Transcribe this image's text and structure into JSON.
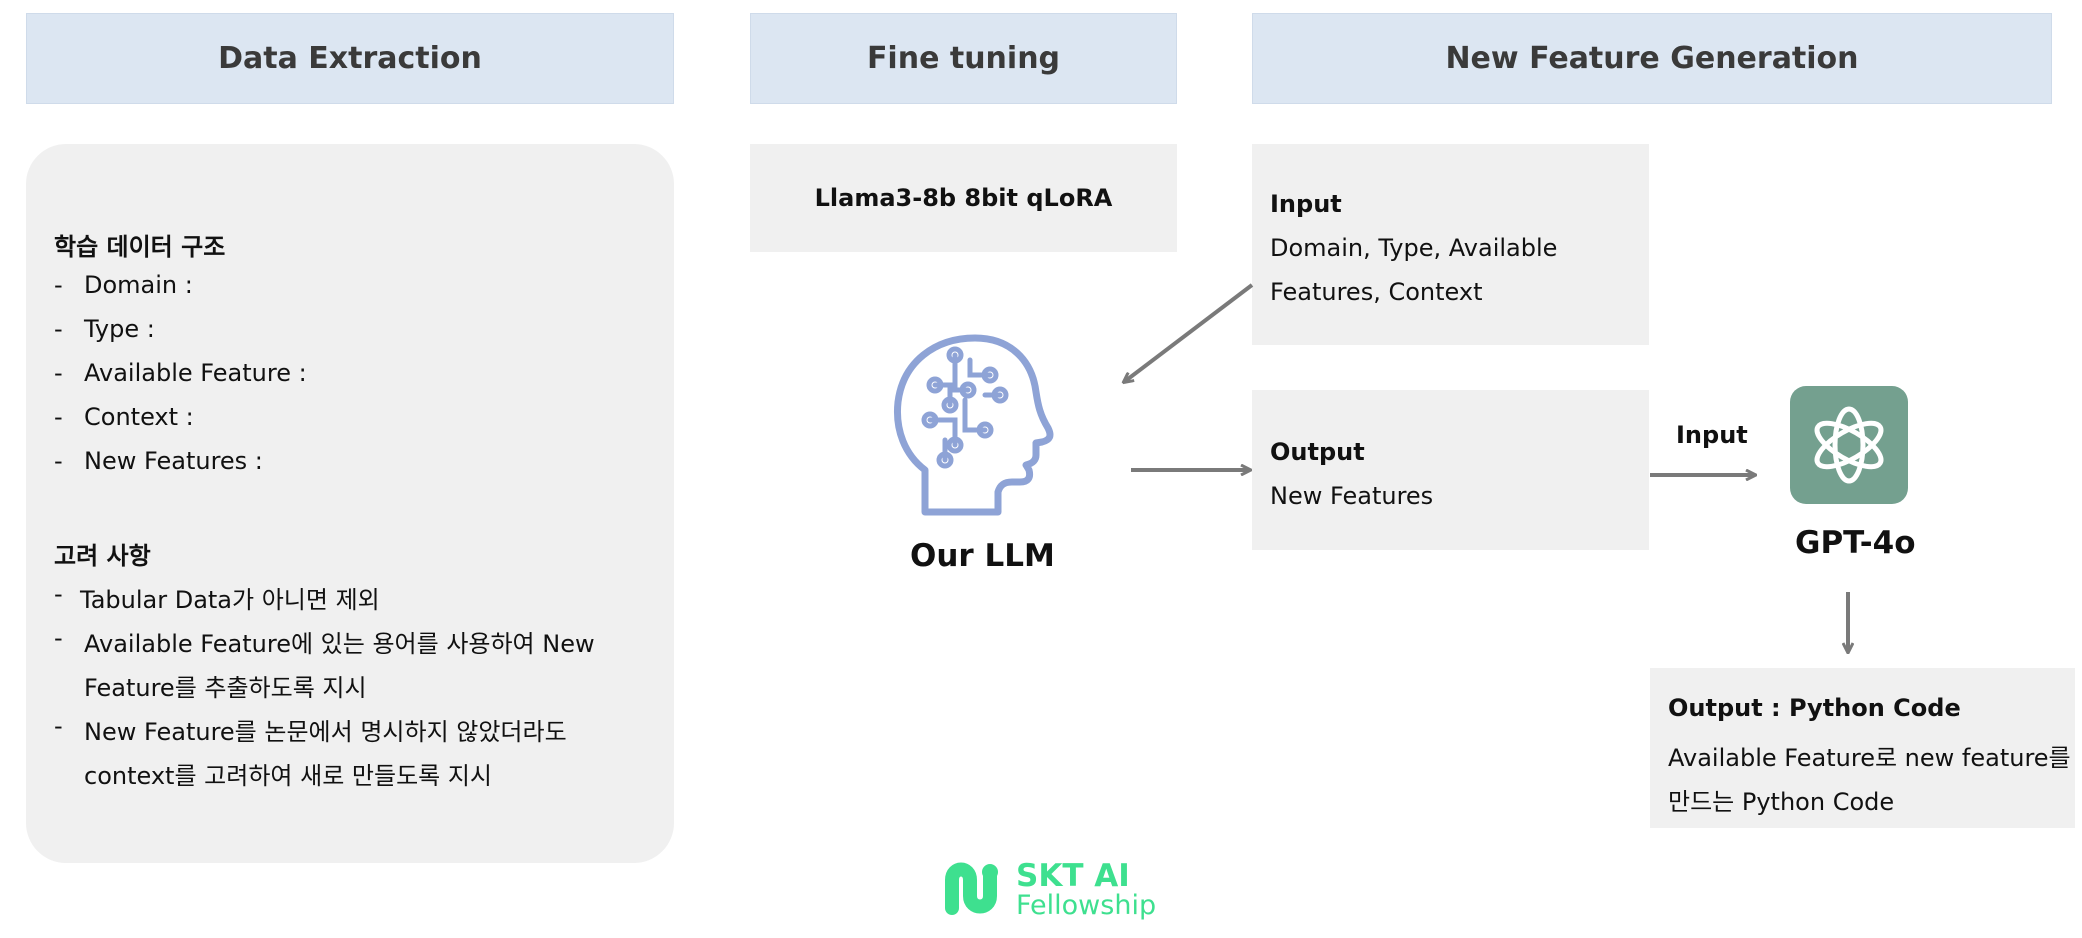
{
  "headers": {
    "extraction": "Data Extraction",
    "finetune": "Fine tuning",
    "generation": "New Feature Generation"
  },
  "extraction_box": {
    "section1_title": "학습 데이터 구조",
    "section1_items": [
      "Domain :",
      "Type :",
      "Available Feature :",
      "Context :",
      "New Features :"
    ],
    "section2_title": "고려 사항",
    "section2_items": [
      "Tabular Data가 아니면 제외",
      "Available Feature에 있는 용어를 사용하여 New",
      "Feature를 추출하도록 지시",
      "New Feature를 논문에서 명시하지 않았더라도",
      "context를 고려하여 새로 만들도록 지시"
    ],
    "bullet": "-"
  },
  "finetune_box": {
    "label": "Llama3-8b 8bit qLoRA"
  },
  "llm": {
    "label": "Our LLM",
    "icon": "brain-head-icon",
    "color": "#8ea3d6"
  },
  "input_box": {
    "title": "Input",
    "lines": [
      "Domain, Type, Available",
      "Features, Context"
    ]
  },
  "output_box": {
    "title": "Output",
    "text": "New Features"
  },
  "gpt": {
    "arrow_label": "Input",
    "label": "GPT-4o",
    "icon": "openai-knot-icon",
    "color": "#74a08f"
  },
  "code_box": {
    "title": "Output : Python Code",
    "lines": [
      "Available Feature로 new feature를",
      "만드는 Python Code"
    ]
  },
  "logo": {
    "line1": "SKT AI",
    "line2": "Fellowship",
    "color": "#3ee08f"
  }
}
